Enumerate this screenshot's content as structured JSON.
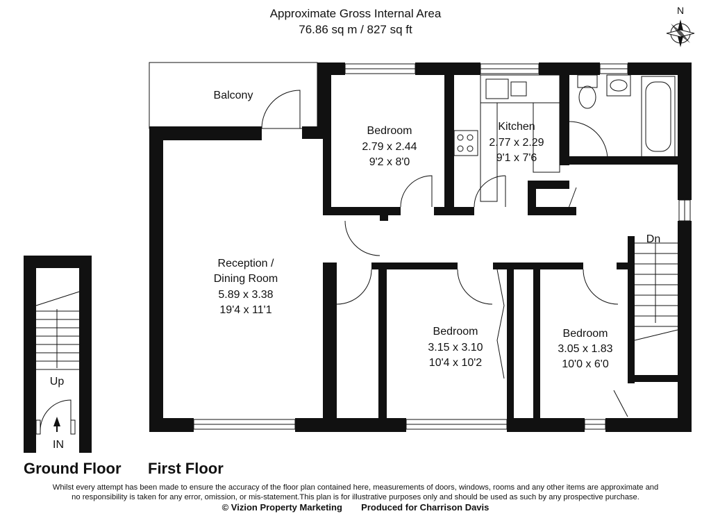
{
  "header": {
    "area_title": "Approximate Gross Internal Area",
    "area_value": "76.86 sq m / 827 sq ft"
  },
  "compass": {
    "label": "N",
    "icon": "north-compass-icon"
  },
  "rooms": {
    "balcony": {
      "name": "Balcony"
    },
    "bedroom1": {
      "name": "Bedroom",
      "metric": "2.79 x 2.44",
      "imperial": "9'2 x 8'0"
    },
    "kitchen": {
      "name": "Kitchen",
      "metric": "2.77 x 2.29",
      "imperial": "9'1 x 7'6"
    },
    "reception": {
      "name_line1": "Reception /",
      "name_line2": "Dining Room",
      "metric": "5.89 x 3.38",
      "imperial": "19'4 x 11'1"
    },
    "bedroom2": {
      "name": "Bedroom",
      "metric": "3.15 x 3.10",
      "imperial": "10'4 x 10'2"
    },
    "bedroom3": {
      "name": "Bedroom",
      "metric": "3.05 x 1.83",
      "imperial": "10'0 x 6'0"
    }
  },
  "stairs": {
    "down_label": "Dn",
    "up_label": "Up",
    "entrance_label": "IN"
  },
  "floors": {
    "ground": "Ground Floor",
    "first": "First Floor"
  },
  "footer": {
    "disclaimer_line1": "Whilst every attempt has been made to ensure the accuracy of the floor plan contained here, measurements of doors, windows, rooms and any other items are approximate and",
    "disclaimer_line2": "no responsibility is taken for any error, omission, or mis-statement.This plan is for illustrative purposes only and should be used as such by any prospective purchase.",
    "copyright": "© Vizion Property Marketing",
    "produced_for": "Produced for Charrison Davis"
  }
}
